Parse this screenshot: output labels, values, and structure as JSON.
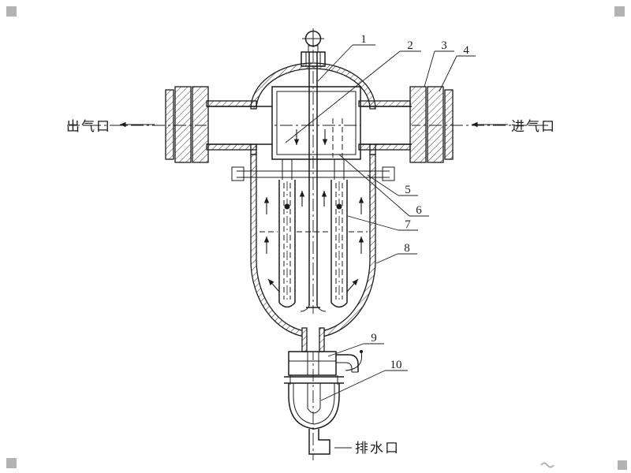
{
  "labels": {
    "outlet": "出气口",
    "inlet": "进气口",
    "drain": "排水口"
  },
  "callouts": [
    {
      "n": "1"
    },
    {
      "n": "2"
    },
    {
      "n": "3"
    },
    {
      "n": "4"
    },
    {
      "n": "5"
    },
    {
      "n": "6"
    },
    {
      "n": "7"
    },
    {
      "n": "8"
    },
    {
      "n": "9"
    },
    {
      "n": "10"
    }
  ],
  "colors": {
    "line": "#1c1c1c",
    "background": "#ffffff",
    "artifact_gray": "#b3b3b3"
  }
}
